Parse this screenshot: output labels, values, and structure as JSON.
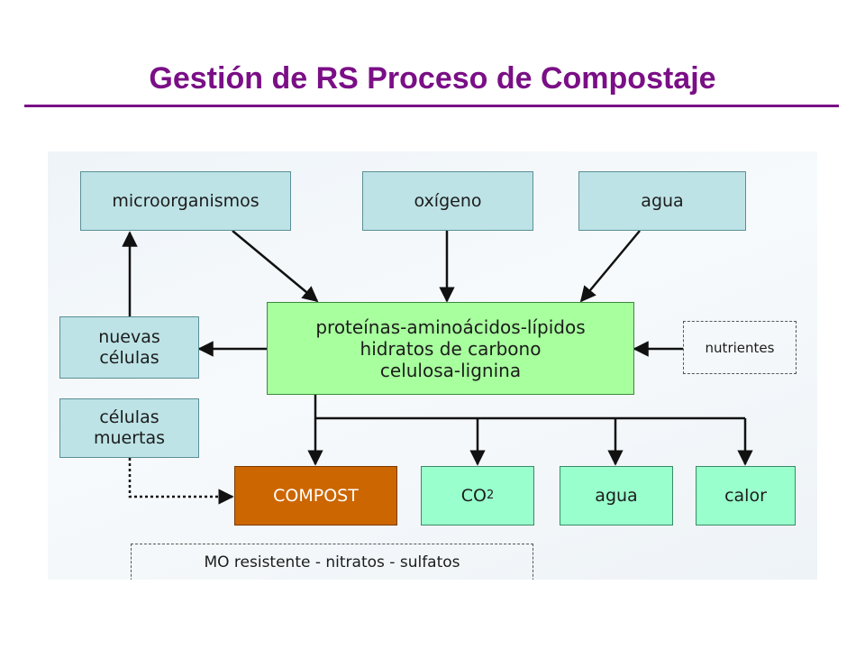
{
  "title": "Gestión de RS Proceso de Compostaje",
  "diagram": {
    "inputs": {
      "microorganisms": "microorganismos",
      "oxygen": "oxígeno",
      "water": "agua"
    },
    "substrate": "proteínas-aminoácidos-lípidos\nhidratos de carbono\ncelulosa-lignina",
    "nutrients": "nutrientes",
    "new_cells": "nuevas\ncélulas",
    "dead_cells": "células\nmuertas",
    "outputs": {
      "compost": "COMPOST",
      "co2_main": "CO",
      "co2_sub": "2",
      "water": "agua",
      "heat": "calor"
    },
    "compost_note": "MO resistente -  nitratos - sulfatos"
  },
  "colors": {
    "title": "#7a0f86",
    "input_box": "#bde3e6",
    "substrate_box": "#a7ff9d",
    "output_box": "#99ffcc",
    "compost_box": "#cc6600"
  }
}
